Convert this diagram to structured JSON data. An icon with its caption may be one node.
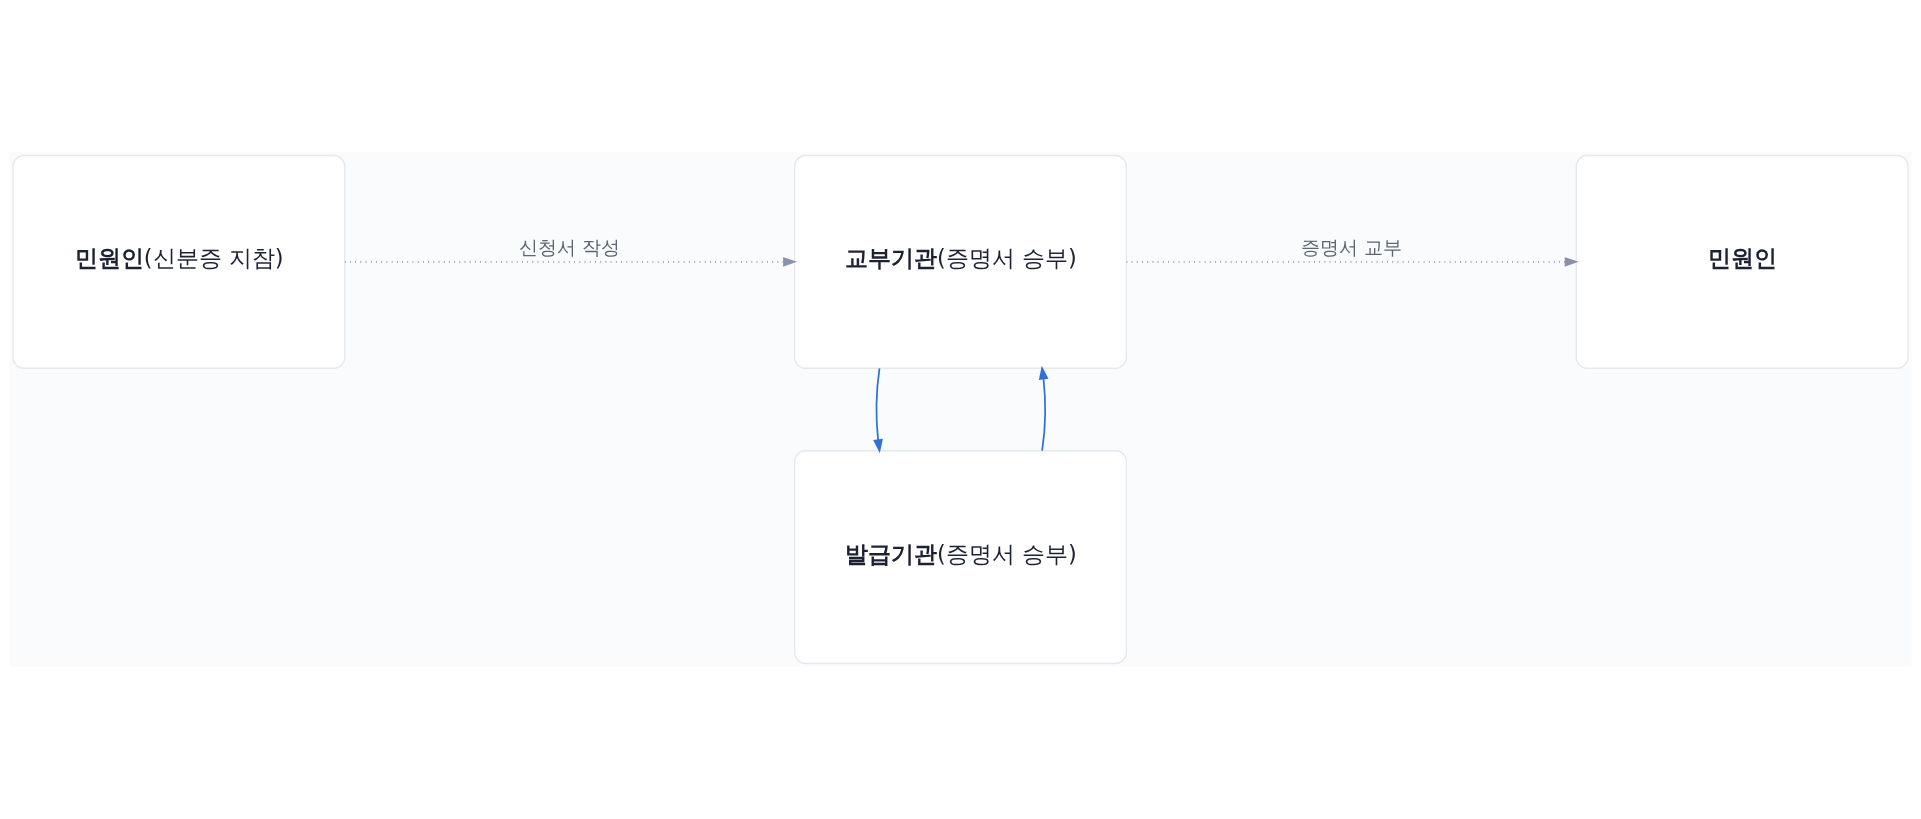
{
  "diagram": {
    "nodes": [
      {
        "text": [
          "**민원인**(신분증 지참)"
        ]
      },
      {
        "text": [
          "**교부기관**(증명서 승부)"
        ]
      },
      {
        "text": [
          "**민원인**"
        ]
      },
      {
        "text": [
          "**발급기관**(증명서 승부)"
        ]
      }
    ],
    "edges": [
      {
        "from": 0,
        "to": 1,
        "arrow": "to",
        "label": "신청서 작성",
        "style": "dashed"
      },
      {
        "from": 1,
        "to": 2,
        "arrow": "to",
        "label": "증명서 교부",
        "style": "dashed"
      },
      {
        "from": 1,
        "to": 3,
        "arrow": "to",
        "color": "#2f6fde"
      },
      {
        "from": 3,
        "to": 1,
        "arrow": "to",
        "color": "#2f6fde"
      }
    ]
  }
}
